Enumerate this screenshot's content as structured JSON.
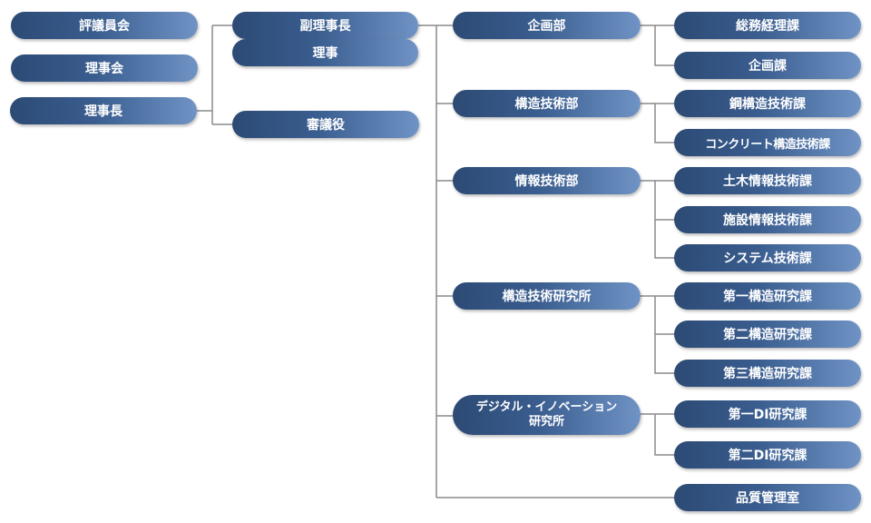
{
  "nodes": {
    "hyogiinkai": "評議員会",
    "rijikai": "理事会",
    "rijicho": "理事長",
    "fukurijicho": "副理事長",
    "riji": "理事",
    "shingiyaku": "審議役",
    "kikakubu": "企画部",
    "kozogijutsubu": "構造技術部",
    "johogijutsubu": "情報技術部",
    "kozogijutsukenkyusho": "構造技術研究所",
    "di_line1": "デジタル・イノベーション",
    "di_line2": "研究所",
    "somukeirika": "総務経理課",
    "kikakuka": "企画課",
    "kokozogijutsuka": "鋼構造技術課",
    "concretegijutsuka": "コンクリート構造技術課",
    "dobokujohoka": "土木情報技術課",
    "shisetsujohoka": "施設情報技術課",
    "systemgijutsuka": "システム技術課",
    "dai1kozo": "第一構造研究課",
    "dai2kozo": "第二構造研究課",
    "dai3kozo": "第三構造研究課",
    "dai1di": "第一DI研究課",
    "dai2di": "第二DI研究課",
    "hinshitsukanri": "品質管理室"
  },
  "colors": {
    "node_dark": "#2c4a74",
    "node_light": "#6f93c4",
    "line": "#8a8a8a"
  }
}
